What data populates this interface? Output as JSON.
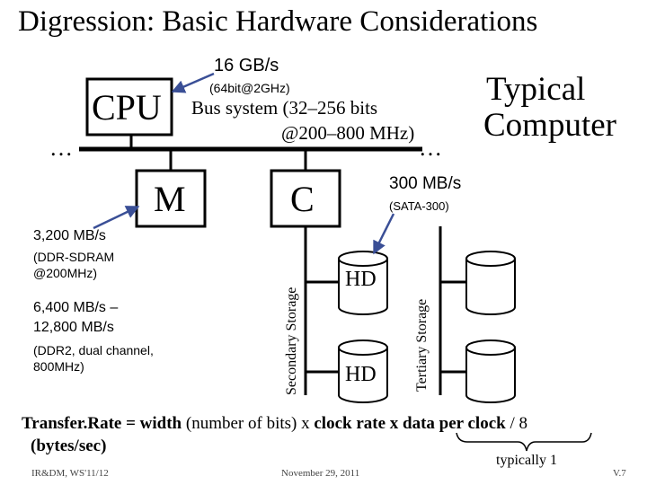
{
  "title": "Digression: Basic Hardware Considerations",
  "bus_speed": "16 GB/s",
  "bus_speed_detail": "(64bit@2GHz)",
  "bus_label_line1": "Bus system (32–256 bits",
  "bus_label_line2": "@200–800 MHz)",
  "typical_line1": "Typical",
  "typical_line2": "Computer",
  "cpu_label": "CPU",
  "memory_label": "M",
  "controller_label": "C",
  "ellipsis_left": "…",
  "ellipsis_right": "…",
  "memory_notes": {
    "line1": "3,200 MB/s",
    "line2": "(DDR-SDRAM",
    "line3": "@200MHz)",
    "line4": "6,400 MB/s –",
    "line5": "12,800 MB/s",
    "line6": "(DDR2, dual channel,",
    "line7": "800MHz)"
  },
  "sata_speed": "300 MB/s",
  "sata_detail": "(SATA-300)",
  "secondary_storage_label": "Secondary Storage",
  "tertiary_storage_label": "Tertiary Storage",
  "hd_label_1": "HD",
  "hd_label_2": "HD",
  "formula": {
    "part1": "Transfer.Rate = width",
    "part2": " (number of bits) x ",
    "part3": "clock rate x data per clock",
    "part4": " / 8",
    "line2": "(bytes/sec)",
    "brace_note": "typically 1"
  },
  "footer": {
    "left": "IR&DM, WS'11/12",
    "center": "November 29, 2011",
    "right": "V.7"
  },
  "colors": {
    "arrow": "#3a4f96",
    "ink": "#000000"
  }
}
